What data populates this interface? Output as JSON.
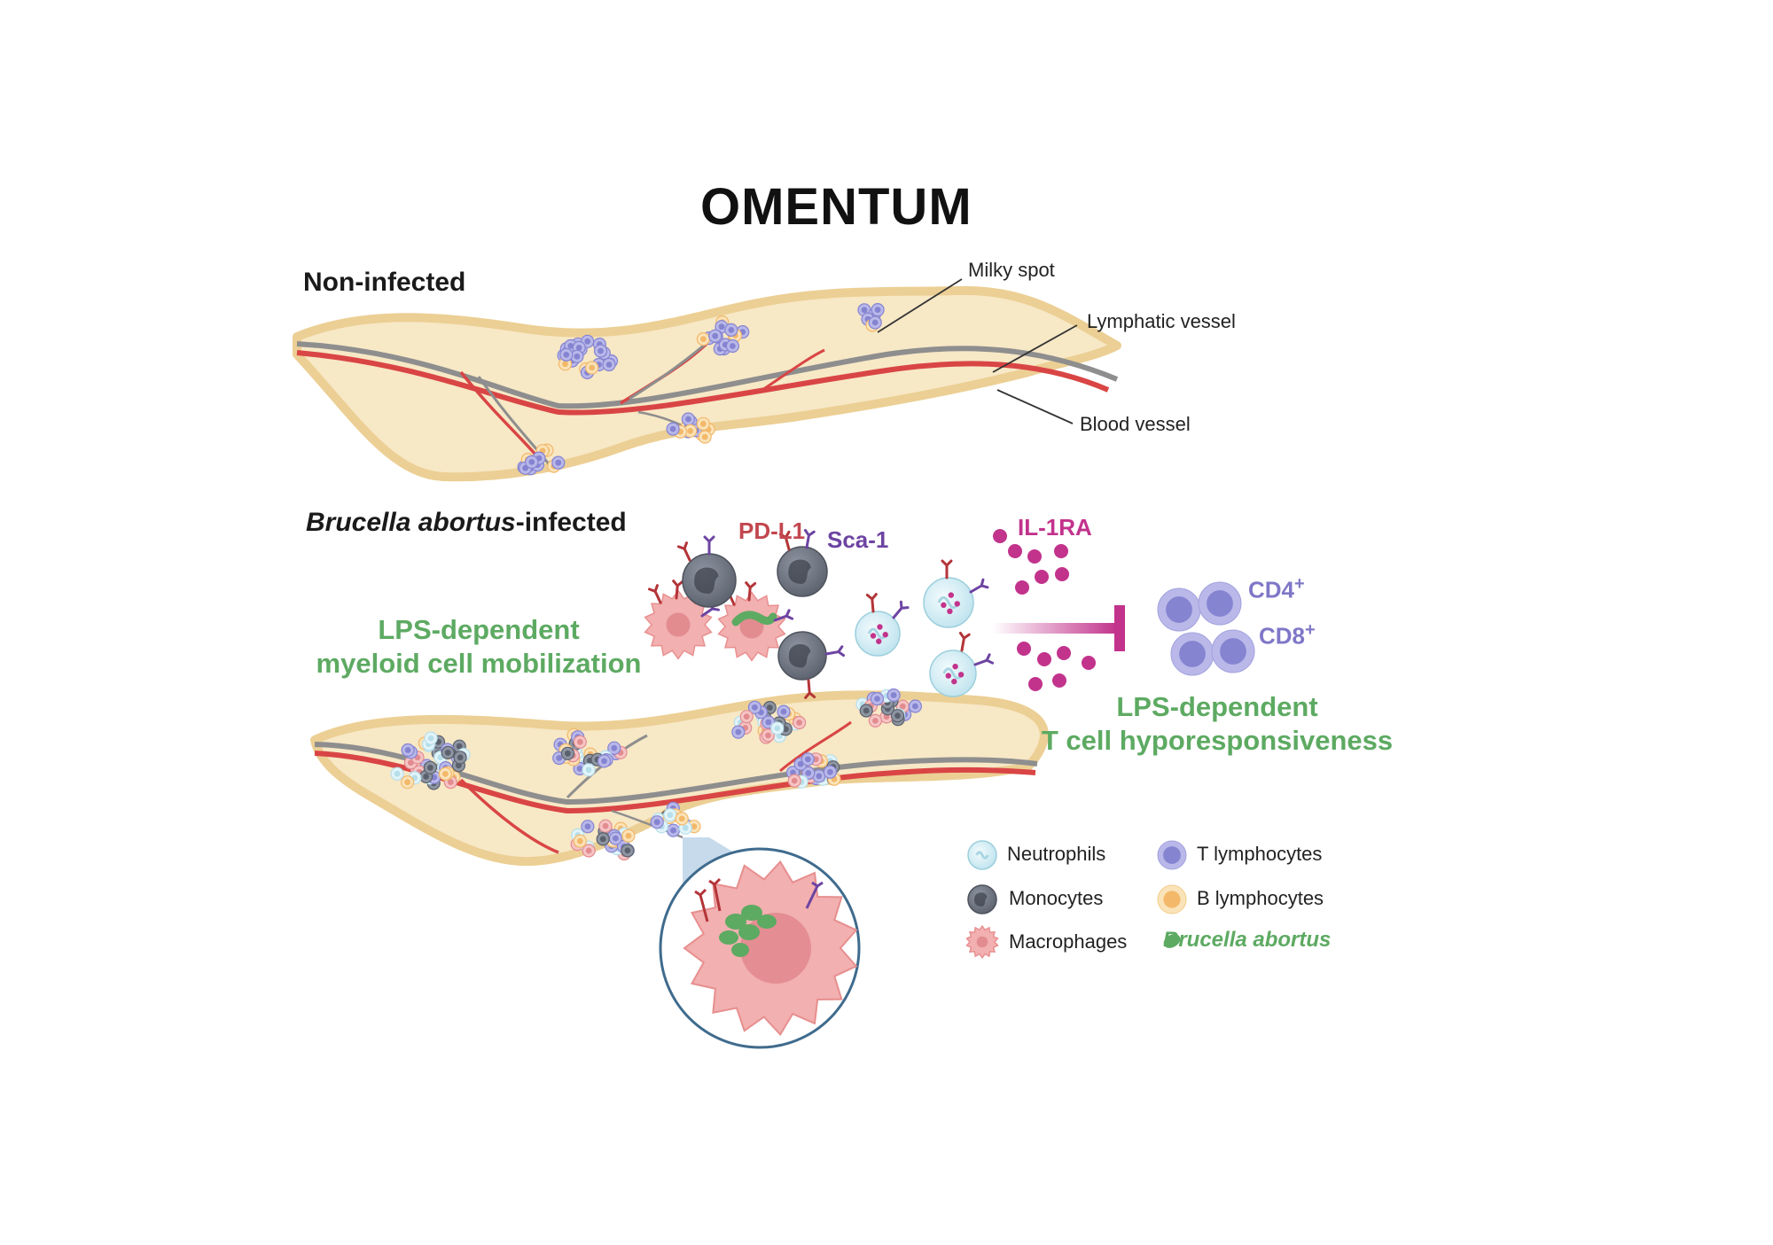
{
  "title": "OMENTUM",
  "sections": {
    "non_infected": "Non-infected",
    "infected_species": "Brucella abortus",
    "infected_suffix": "-infected"
  },
  "annotations": {
    "milky_spot": "Milky spot",
    "lymphatic_vessel": "Lymphatic vessel",
    "blood_vessel": "Blood vessel"
  },
  "markers": {
    "pd_l1": "PD-L1",
    "sca_1": "Sca-1",
    "il_1ra": "IL-1RA",
    "cd4": "CD4",
    "cd8": "CD8",
    "plus": "+"
  },
  "processes": {
    "mobilization_line1": "LPS-dependent",
    "mobilization_line2": "myeloid cell mobilization",
    "hypo_line1": "LPS-dependent",
    "hypo_line2": "T cell hyporesponsiveness"
  },
  "legend": {
    "neutrophils": "Neutrophils",
    "monocytes": "Monocytes",
    "macrophages": "Macrophages",
    "t_lymphocytes": "T lymphocytes",
    "b_lymphocytes": "B lymphocytes",
    "brucella": "Brucella abortus"
  },
  "colors": {
    "tissue_fill": "#f7e8c6",
    "tissue_edge": "#eccf94",
    "blood_vessel": "#d94545",
    "lymphatic_vessel": "#8e8e8e",
    "neutrophil": "#d2edf4",
    "monocyte": "#6e7480",
    "macrophage": "#f2b0b0",
    "t_lymphocyte": "#9b9ad8",
    "b_lymphocyte": "#f6d69c",
    "brucella": "#5daa62",
    "inhibition": "#c2338c",
    "green_text": "#5daa62"
  }
}
